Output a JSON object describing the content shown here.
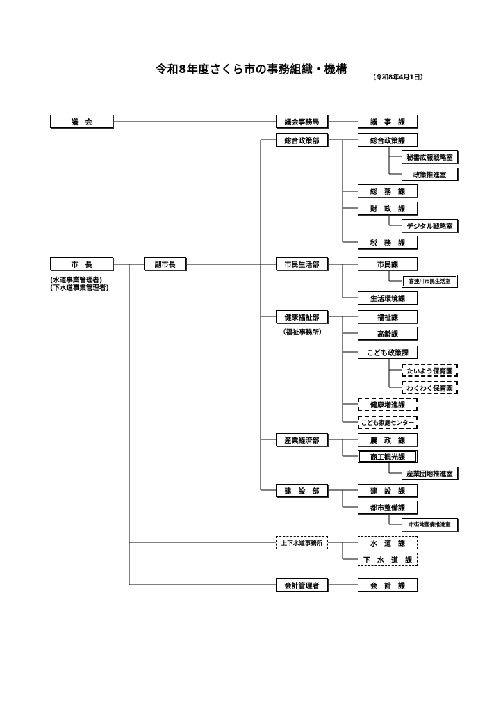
{
  "title": "令和8年度さくら市の事務組織・機構",
  "date": "（令和8年4月1日）",
  "council": {
    "name": "議　会",
    "office": "議会事務局",
    "division": "議　事　課"
  },
  "mayor": {
    "name": "市　長",
    "note1": "(水道事業管理者)",
    "note2": "(下水道事業管理者)",
    "deputy": "副市長"
  },
  "departments": [
    {
      "name": "総合政策部",
      "sections": [
        {
          "name": "総合政策課",
          "rooms": [
            "秘書広報戦略室",
            "政策推進室"
          ]
        },
        {
          "name": "総　務　課"
        },
        {
          "name": "財　政　課",
          "rooms": [
            "デジタル戦略室"
          ]
        },
        {
          "name": "税　務　課"
        }
      ]
    },
    {
      "name": "市民生活部",
      "sections": [
        {
          "name": "市民課",
          "rooms": [
            "喜連川市民生活室"
          ]
        },
        {
          "name": "生活環境課"
        }
      ]
    },
    {
      "name": "健康福祉部",
      "note": "（福祉事務所）",
      "sections": [
        {
          "name": "福祉課"
        },
        {
          "name": "高齢課"
        },
        {
          "name": "こども政策課",
          "rooms": [
            "たいよう保育園",
            "わくわく保育園"
          ]
        },
        {
          "name": "健康増進課"
        },
        {
          "name": "こども家庭センター"
        }
      ]
    },
    {
      "name": "産業経済部",
      "sections": [
        {
          "name": "農　政　課"
        },
        {
          "name": "商工観光課",
          "rooms": [
            "産業団地推進室"
          ]
        }
      ]
    },
    {
      "name": "建　設　部",
      "sections": [
        {
          "name": "建　設　課"
        },
        {
          "name": "都市整備課",
          "rooms": [
            "市街地整備推進室"
          ]
        }
      ]
    }
  ],
  "water_office": {
    "name": "上下水道事務所",
    "sections": [
      {
        "name": "水　道　課"
      },
      {
        "name": "下　水　道　課"
      }
    ]
  },
  "accounting": {
    "name": "会計管理者",
    "sections": [
      {
        "name": "会　計　課"
      }
    ]
  }
}
